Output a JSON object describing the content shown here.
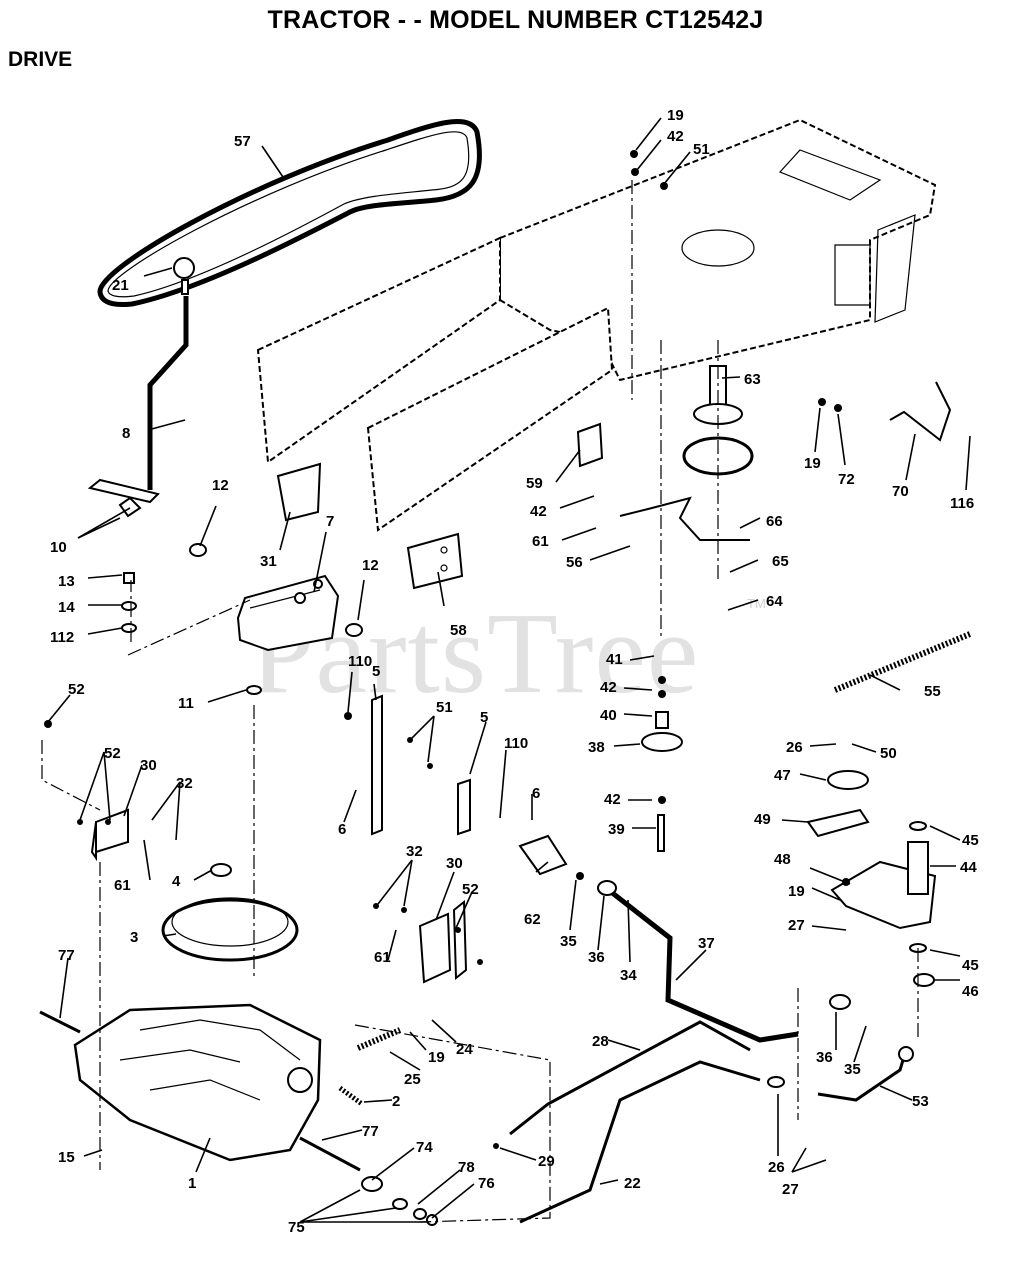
{
  "header": {
    "title": "TRACTOR - - MODEL NUMBER CT12542J",
    "section": "DRIVE"
  },
  "watermark": {
    "text": "PartsTree",
    "trademark": "TM"
  },
  "callouts": [
    "57",
    "19",
    "42",
    "51",
    "21",
    "8",
    "63",
    "19",
    "72",
    "70",
    "116",
    "10",
    "12",
    "31",
    "7",
    "59",
    "42",
    "61",
    "56",
    "66",
    "65",
    "64",
    "13",
    "14",
    "112",
    "12",
    "58",
    "41",
    "55",
    "52",
    "11",
    "110",
    "5",
    "51",
    "5",
    "110",
    "42",
    "40",
    "38",
    "26",
    "50",
    "47",
    "52",
    "30",
    "32",
    "6",
    "6",
    "42",
    "39",
    "49",
    "45",
    "44",
    "61",
    "4",
    "32",
    "30",
    "52",
    "62",
    "35",
    "36",
    "48",
    "19",
    "27",
    "3",
    "61",
    "34",
    "37",
    "45",
    "46",
    "77",
    "28",
    "24",
    "19",
    "25",
    "36",
    "35",
    "2",
    "53",
    "77",
    "74",
    "29",
    "15",
    "1",
    "78",
    "76",
    "22",
    "26",
    "27",
    "75"
  ],
  "colors": {
    "ink": "#000000",
    "paper": "#ffffff",
    "watermark": "#e2e2e2"
  }
}
